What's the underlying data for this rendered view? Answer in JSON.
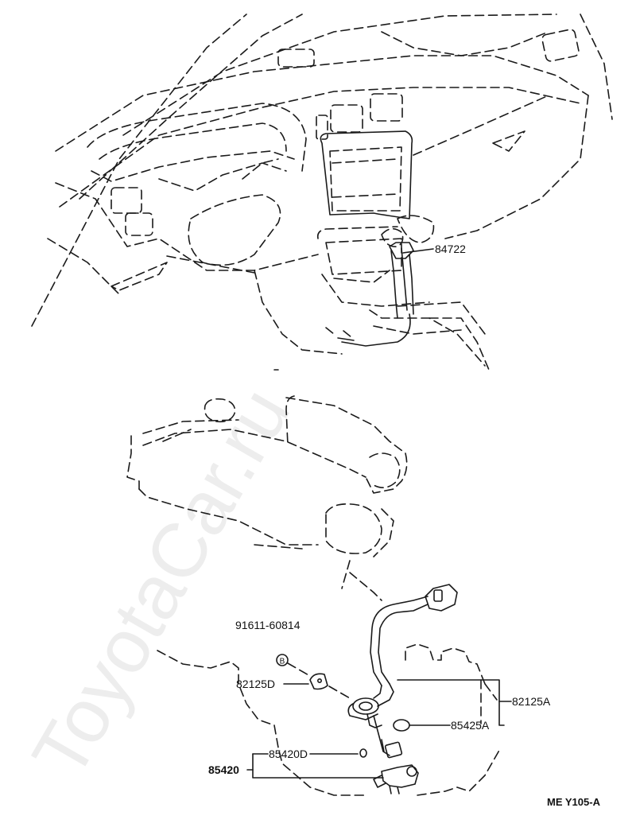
{
  "watermark": "ToyotaCar.ru",
  "diagram_code": "ME Y105-A",
  "parts": {
    "p84722": "84722",
    "p91611": "91611-60814",
    "p82125D": "82125D",
    "p82125A": "82125A",
    "p85425A": "85425A",
    "p85420D": "85420D",
    "p85420": "85420"
  },
  "bolt_marker": "B"
}
